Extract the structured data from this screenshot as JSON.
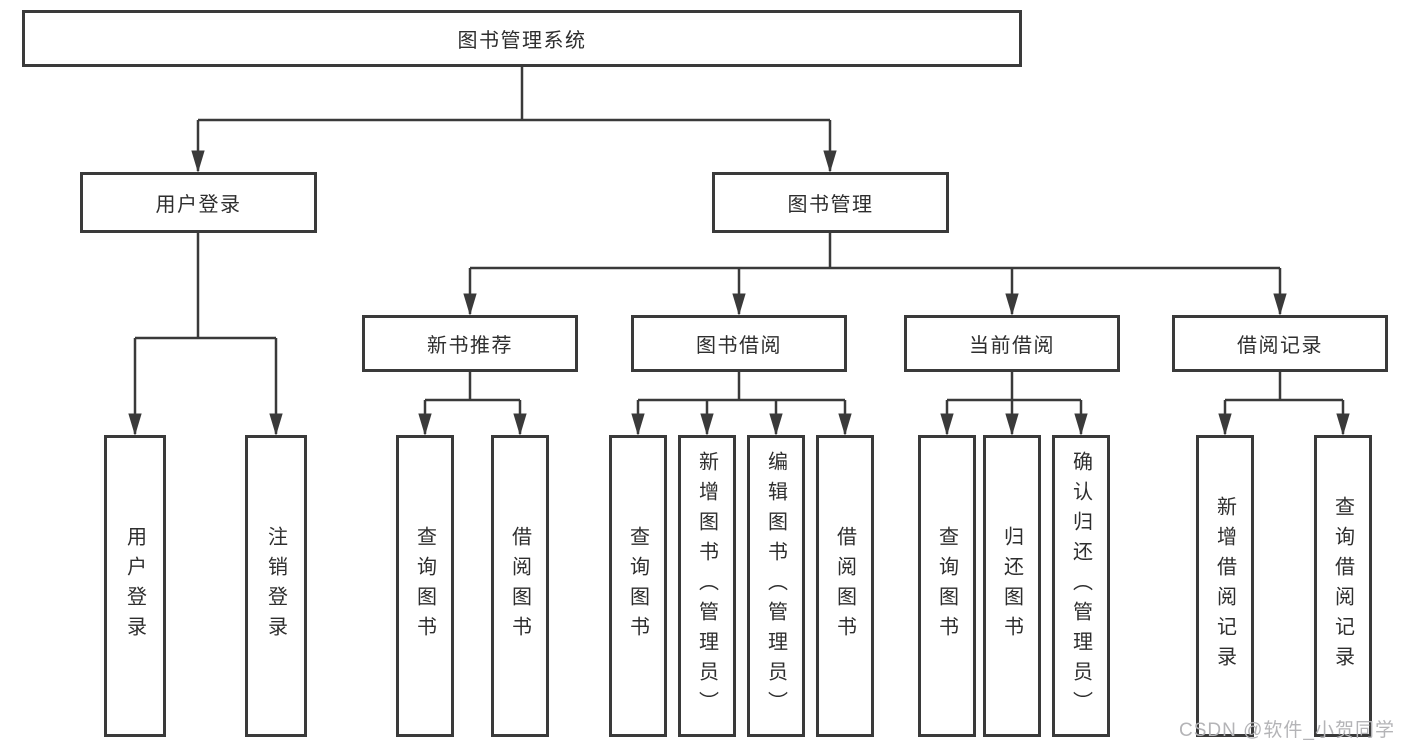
{
  "tree": {
    "label": "图书管理系统",
    "children": [
      {
        "label": "用户登录",
        "children": [
          {
            "label": "用户登录"
          },
          {
            "label": "注销登录"
          }
        ]
      },
      {
        "label": "图书管理",
        "children": [
          {
            "label": "新书推荐",
            "children": [
              {
                "label": "查询图书"
              },
              {
                "label": "借阅图书"
              }
            ]
          },
          {
            "label": "图书借阅",
            "children": [
              {
                "label": "查询图书"
              },
              {
                "label": "新增图书（管理员）"
              },
              {
                "label": "编辑图书（管理员）"
              },
              {
                "label": "借阅图书"
              }
            ]
          },
          {
            "label": "当前借阅",
            "children": [
              {
                "label": "查询图书"
              },
              {
                "label": "归还图书"
              },
              {
                "label": "确认归还（管理员）"
              }
            ]
          },
          {
            "label": "借阅记录",
            "children": [
              {
                "label": "新增借阅记录"
              },
              {
                "label": "查询借阅记录"
              }
            ]
          }
        ]
      }
    ]
  },
  "watermark": {
    "text": "CSDN @软件_小贺同学"
  },
  "colors": {
    "line": "#3a3a3a",
    "box_border": "#3a3a3a",
    "text": "#2e2e2e",
    "watermark": "#b4b4b7",
    "background": "#ffffff"
  }
}
